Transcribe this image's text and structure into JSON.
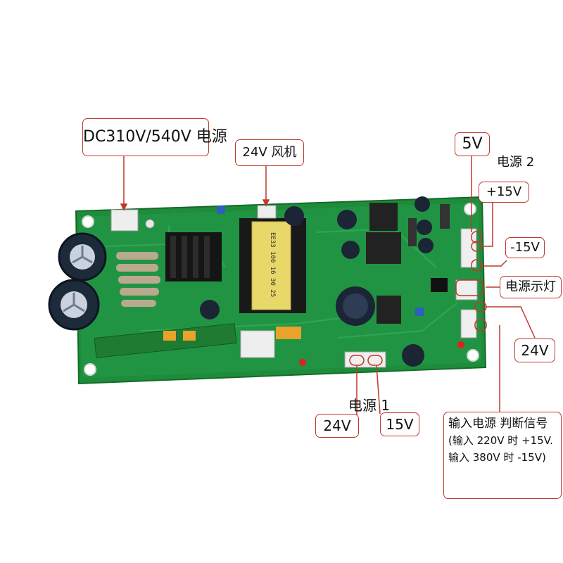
{
  "annotations": {
    "dc_input": "DC310V/540V 电源",
    "fan": "24V 风机",
    "v5": "5V",
    "power2": "电源 2",
    "p15": "+15V",
    "n15": "-15V",
    "indicator": "电源示灯",
    "v24_right": "24V",
    "power1": "电源 1",
    "v24_bottom": "24V",
    "v15_bottom": "15V",
    "signal_note": {
      "line1": "输入电源 判断信号",
      "line2": "(输入 220V 时 +15V.",
      "line3": "输入 380V 时 -15V)"
    }
  },
  "pcb_markings": {
    "transformer_text": "EE33 100 16 30 25"
  },
  "colors": {
    "pcb": "#1e8c3a",
    "annotation_border": "#c0392b",
    "transformer": "#e8d86a"
  }
}
